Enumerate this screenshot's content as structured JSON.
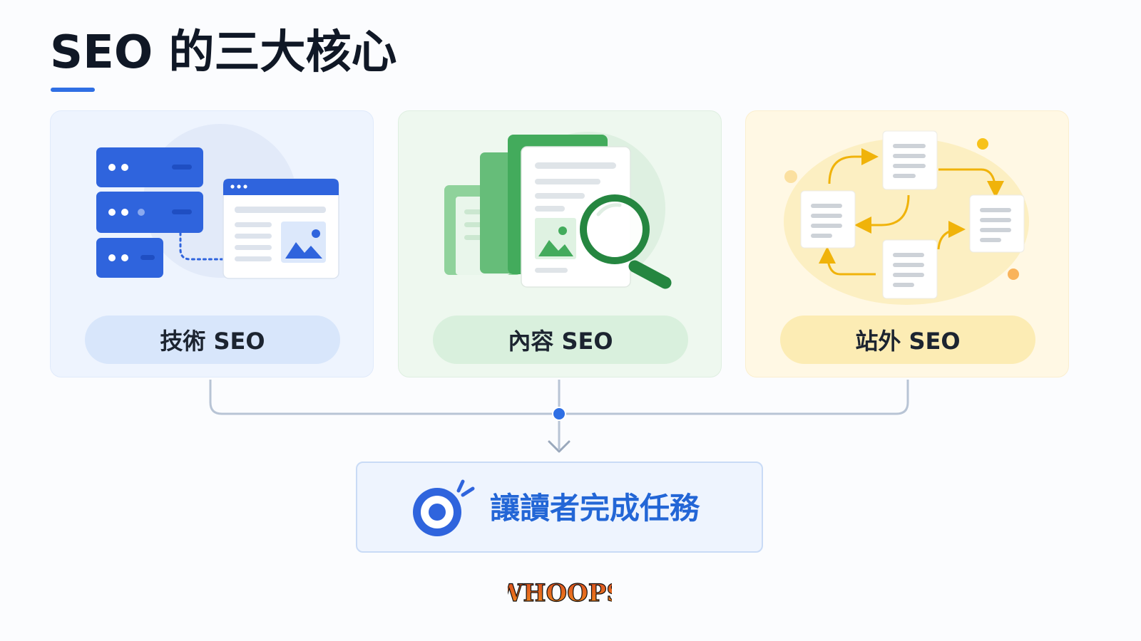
{
  "title": "SEO 的三大核心",
  "cards": [
    {
      "label": "技術 SEO",
      "icon": "server-to-webpage-icon"
    },
    {
      "label": "內容 SEO",
      "icon": "document-search-icon"
    },
    {
      "label": "站外 SEO",
      "icon": "linked-pages-network-icon"
    }
  ],
  "goal": {
    "label": "讓讀者完成任務",
    "icon": "target-icon"
  },
  "logo": {
    "text": "WHOOPS"
  },
  "colors": {
    "title": "#101826",
    "accent_blue": "#2f6fe4",
    "tech_bg": "#eef4fe",
    "content_bg": "#eef8ef",
    "offsite_bg": "#fff8e4",
    "goal_text": "#2366d6",
    "logo_red": "#d94b22",
    "logo_orange": "#f28b1b"
  }
}
